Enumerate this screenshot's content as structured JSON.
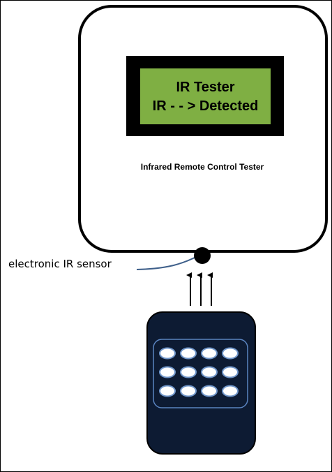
{
  "device": {
    "lcd_line1": "IR Tester",
    "lcd_line2": "IR - - > Detected",
    "label": "Infrared Remote Control Tester"
  },
  "sensor": {
    "label": "electronic IR sensor"
  },
  "remote": {
    "button_rows": 3,
    "button_cols": 4
  },
  "colors": {
    "lcd_background": "#7faf43",
    "remote_body": "#0d1b33",
    "remote_button": "#ffffff",
    "leader_line": "#3e5f8a"
  }
}
